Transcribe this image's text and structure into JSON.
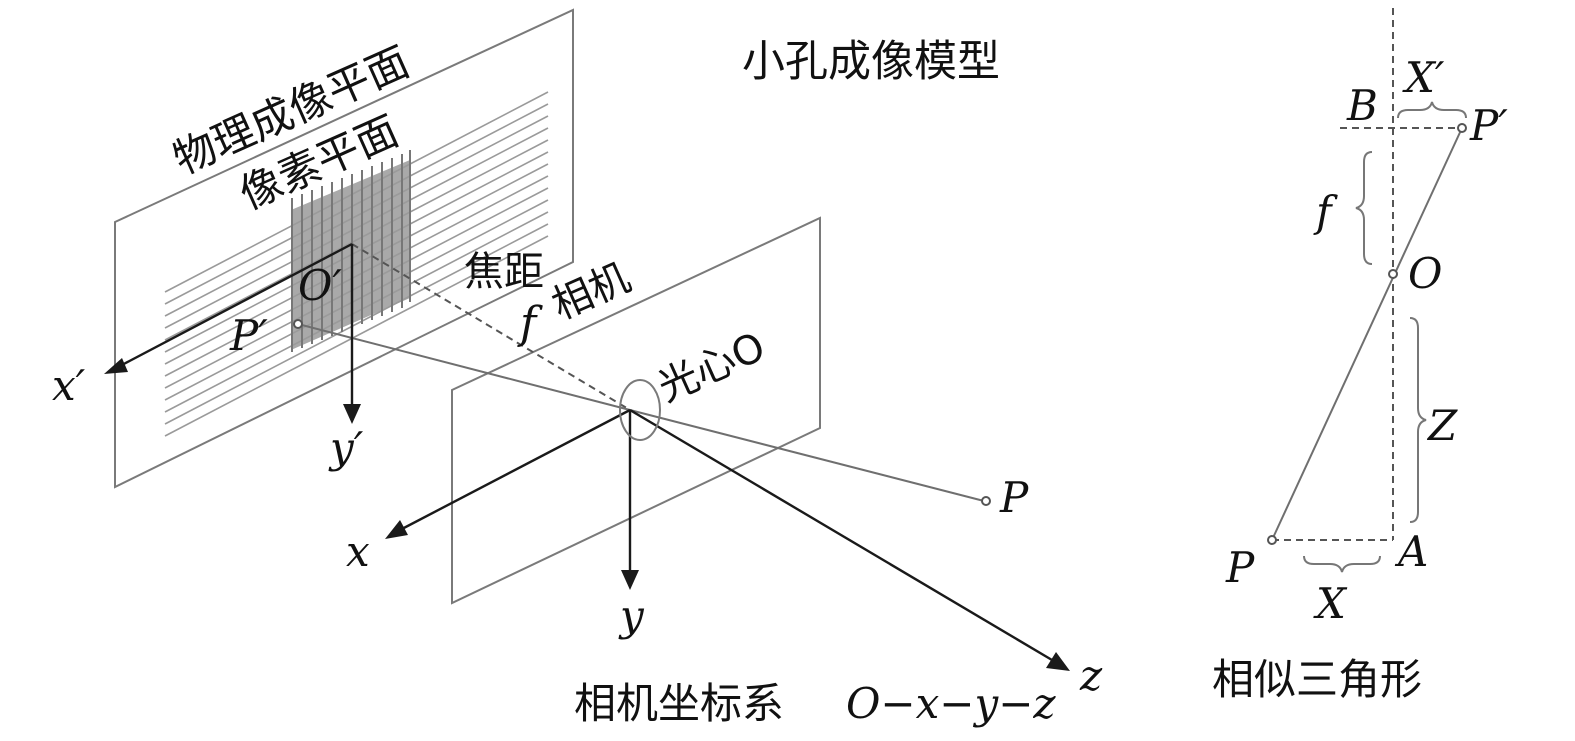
{
  "title": "小孔成像模型",
  "labels": {
    "physical_plane": "物理成像平面",
    "pixel_plane": "像素平面",
    "focal_length": "焦距",
    "focal_symbol": "f",
    "camera": "相机",
    "optical_center": "光心O",
    "image_origin": "O′",
    "image_point": "P′",
    "image_x_axis": "x′",
    "image_y_axis": "y′",
    "object_point": "P",
    "cam_x": "x",
    "cam_y": "y",
    "cam_z": "z",
    "camera_coordinate_system": "相机坐标系",
    "coordinate_notation": "O−x−y−z"
  },
  "similar_triangles": {
    "caption": "相似三角形",
    "point_B": "B",
    "point_A": "A",
    "point_O": "O",
    "point_P_prime": "P′",
    "point_P": "P",
    "X_prime": "X′",
    "X": "X",
    "f": "f",
    "Z": "Z"
  }
}
